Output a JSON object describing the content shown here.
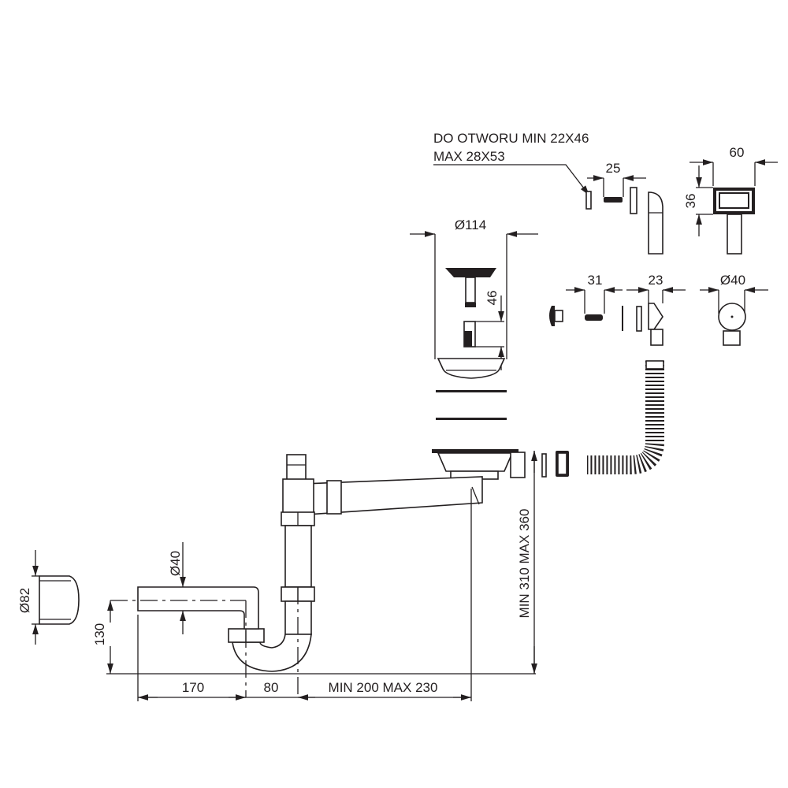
{
  "annotations": {
    "hole_line1": "DO OTWORU MIN 22X46",
    "hole_line2": "MAX 28X53"
  },
  "dimensions": {
    "overflow_screw_len": "25",
    "overflow_width": "60",
    "overflow_height": "36",
    "strainer_dia": "Ø114",
    "strainer_depth": "46",
    "screw_len": "31",
    "tee_width": "23",
    "overflow_dia": "Ø40",
    "outlet_dia": "Ø40",
    "cap_dia": "Ø82",
    "outlet_height": "130",
    "outlet_len": "170",
    "trap_width": "80",
    "arm_len": "MIN 200 MAX 230",
    "total_height": "MIN 310 MAX 360"
  },
  "colors": {
    "line": "#231f20",
    "background": "#ffffff"
  }
}
